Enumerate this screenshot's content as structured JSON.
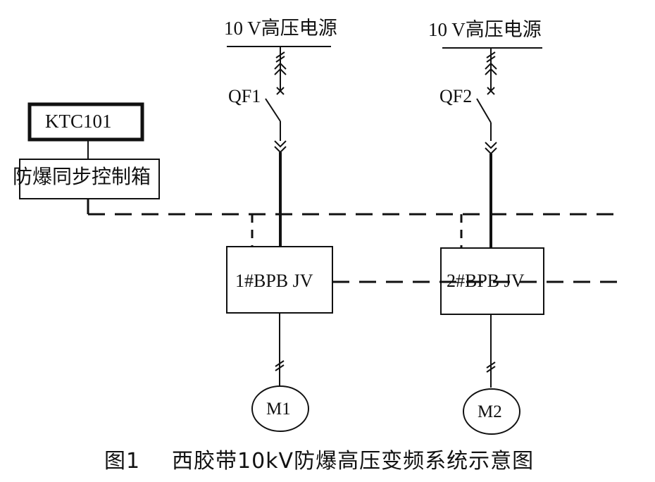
{
  "sources": [
    {
      "label": "10 V高压电源"
    },
    {
      "label": "10 V高压电源"
    }
  ],
  "breakers": [
    "QF1",
    "QF2"
  ],
  "controller": {
    "model": "KTC101",
    "name": "防爆同步控制箱"
  },
  "inverters": [
    "1#BPB JV",
    "2#BPB JV"
  ],
  "motors": [
    "M1",
    "M2"
  ],
  "caption": {
    "number": "图1",
    "text": "西胶带10kV防爆高压变频系统示意图"
  }
}
